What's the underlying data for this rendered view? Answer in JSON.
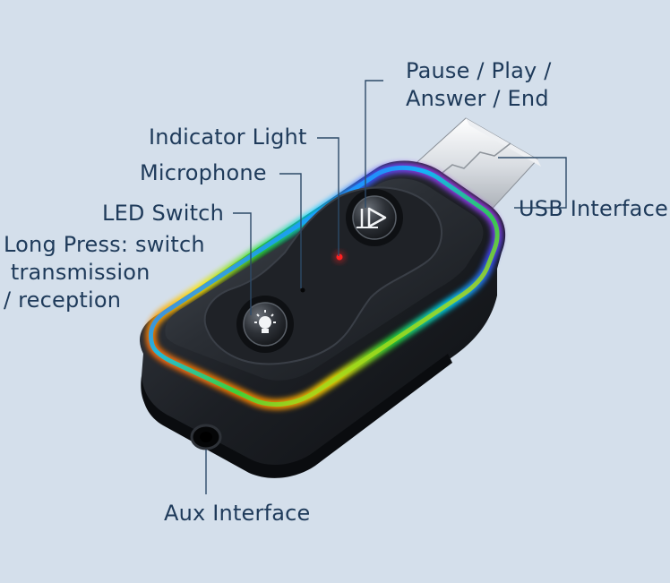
{
  "labels": {
    "pause_play": "Pause / Play /\nAnswer / End",
    "indicator_light": "Indicator Light",
    "microphone": "Microphone",
    "led_switch": "LED Switch",
    "long_press": "Long Press: switch\n transmission\n/ reception",
    "usb_interface": "USB Interface",
    "aux_interface": "Aux Interface"
  },
  "colors": {
    "background": "#d4dfeb",
    "text": "#1e3a5a",
    "leader_line": "#2d4a68",
    "device_body": "#1a1d22",
    "indicator": "#ff2020"
  },
  "icons": [
    "play-pause-icon",
    "bulb-icon"
  ]
}
